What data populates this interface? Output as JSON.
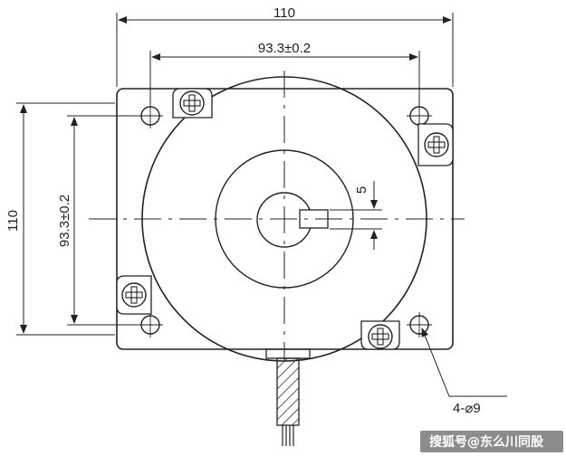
{
  "dimensions": {
    "overall_width": "110",
    "hole_spacing_horizontal": "93.3±0.2",
    "overall_height": "110",
    "hole_spacing_vertical": "93.3±0.2",
    "keyway": "5",
    "holes": "4-⌀9"
  },
  "watermark": "搜狐号@东么川同股"
}
